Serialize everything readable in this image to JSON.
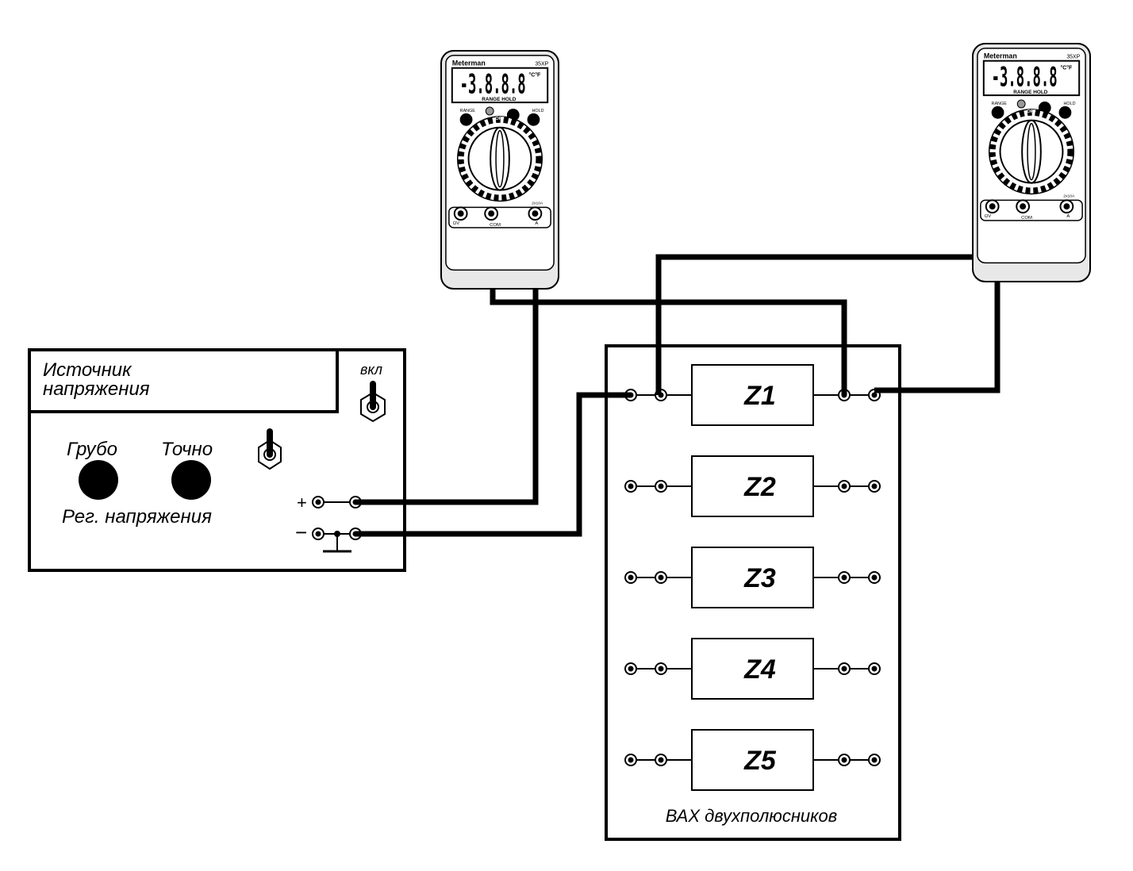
{
  "source": {
    "title_line1": "Источник",
    "title_line2": "напряжения",
    "switch_label": "вкл",
    "knob_coarse": "Грубо",
    "knob_fine": "Точно",
    "regulator_label": "Рег. напряжения",
    "plus_sign": "+",
    "minus_sign": "−"
  },
  "board": {
    "label": "ВАХ двухполюсников",
    "elements": [
      "Z1",
      "Z2",
      "Z3",
      "Z4",
      "Z5"
    ]
  },
  "meter": {
    "brand": "Meterman",
    "model": "35XP",
    "display": "-3.8.8.8",
    "display_units": "°C°F",
    "range_label": "RANGE",
    "hold_label": "HOLD",
    "range_hold": "RANGE  HOLD",
    "off_label": "OFF",
    "port_com": "COM",
    "port_v": "ΩV",
    "port_a": "A",
    "footer": "2x10A"
  },
  "colors": {
    "wire": "#000000",
    "outline": "#000000",
    "meter_body": "#e8e8e8",
    "lcd": "#ffffff"
  }
}
